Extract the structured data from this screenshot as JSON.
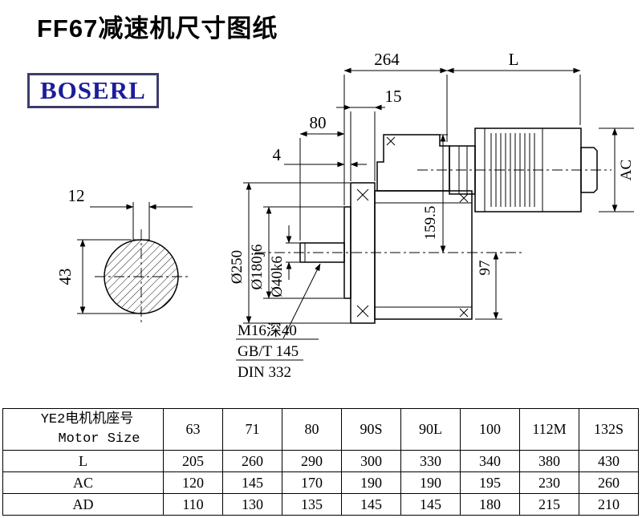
{
  "page": {
    "title": "FF67减速机尺寸图纸",
    "colors": {
      "line": "#000000",
      "background": "#ffffff"
    }
  },
  "brand": {
    "name": "BOSERL",
    "text_color": "#1c1c9c",
    "border_color": "#3d3d6b"
  },
  "drawing": {
    "labels": {
      "dim_264": "264",
      "dim_L": "L",
      "dim_15": "15",
      "dim_80": "80",
      "dim_4": "4",
      "dim_AC": "AC",
      "dim_12": "12",
      "dim_43": "43",
      "dia_250": "Ø250",
      "dia_180": "Ø180j6",
      "dia_40": "Ø40k6",
      "dim_159_5": "159.5",
      "dim_97": "97",
      "note_tap": "M16深40",
      "note_gb": "GB/T 145",
      "note_din": "DIN 332"
    }
  },
  "table": {
    "header": {
      "line1": "YE2电机机座号",
      "line2": "Motor Size"
    },
    "columns": [
      "63",
      "71",
      "80",
      "90S",
      "90L",
      "100",
      "112M",
      "132S"
    ],
    "rows": [
      {
        "label": "L",
        "values": [
          "205",
          "260",
          "290",
          "300",
          "330",
          "340",
          "380",
          "430"
        ]
      },
      {
        "label": "AC",
        "values": [
          "120",
          "145",
          "170",
          "190",
          "190",
          "195",
          "230",
          "260"
        ]
      },
      {
        "label": "AD",
        "values": [
          "110",
          "130",
          "135",
          "145",
          "145",
          "180",
          "215",
          "210"
        ]
      }
    ]
  }
}
